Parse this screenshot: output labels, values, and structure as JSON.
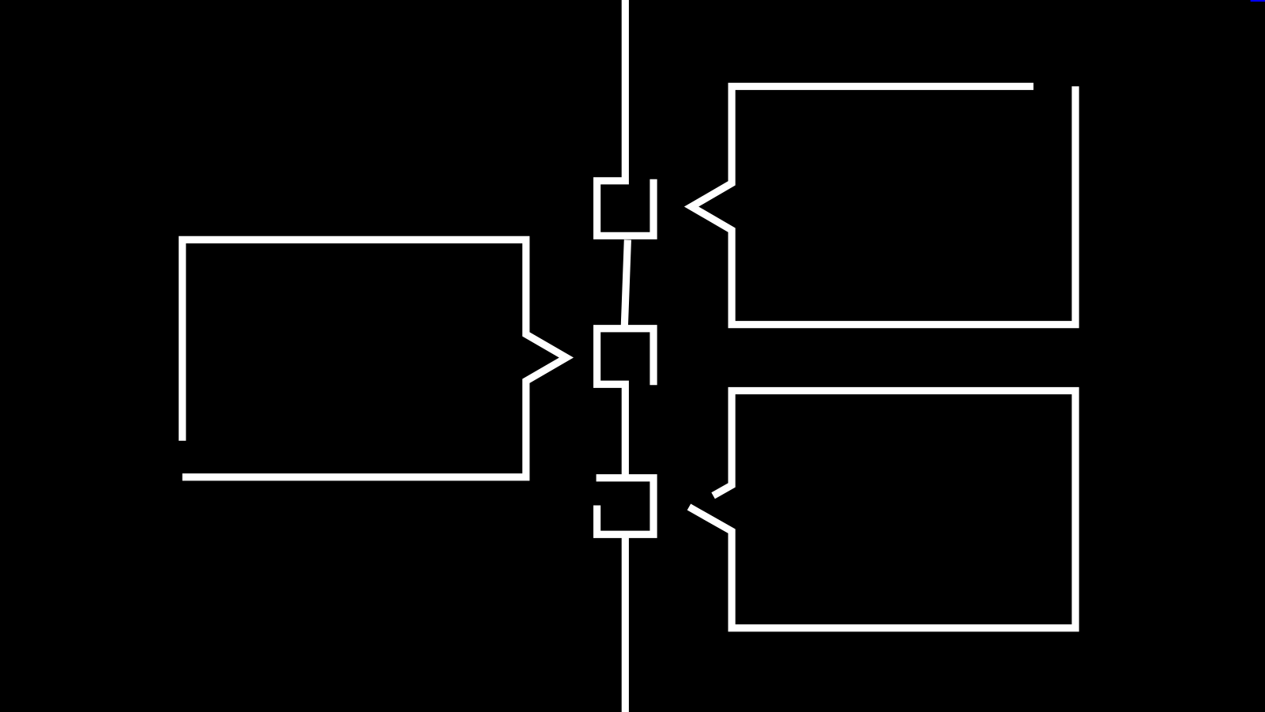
{
  "diagram": {
    "background_color": "#000000",
    "line_color": "#ffffff",
    "accent_color": "#0000ff",
    "shapes": [
      "central-spine",
      "connector-box-top",
      "connector-box-middle",
      "connector-box-bottom",
      "callout-left",
      "callout-top-right",
      "callout-bottom-right"
    ]
  }
}
